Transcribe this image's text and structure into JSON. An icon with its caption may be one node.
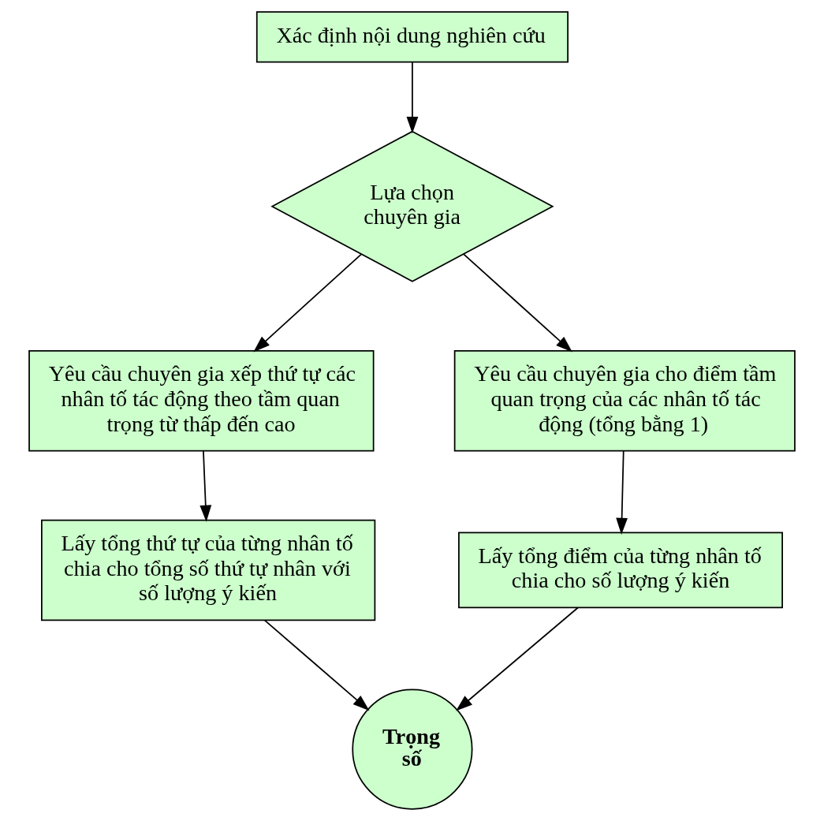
{
  "diagram": {
    "nodes": [
      {
        "text": [
          "Xác định nội dung nghiên cứu"
        ]
      },
      {
        "text": [
          "Lựa chọn chuyên gia"
        ]
      },
      {
        "text": [
          "Yêu cầu chuyên gia xếp thứ tự các nhân tố tác động theo tầm quan trọng từ thấp đến cao"
        ]
      },
      {
        "text": [
          "Yêu cầu chuyên gia cho điểm tầm quan trọng của các nhân tố tác động (tổng bằng 1)"
        ]
      },
      {
        "text": [
          "Lấy tổng thứ tự của từng nhân tố chia cho tổng số thứ tự nhân với số lượng ý kiến"
        ]
      },
      {
        "text": [
          "Lấy tổng điểm của từng nhân tố chia cho số lượng ý kiến"
        ]
      },
      {
        "text": [
          "Trọng số"
        ]
      }
    ],
    "edges": [
      {
        "from": 0,
        "to": 1,
        "arrow": "to"
      },
      {
        "from": 1,
        "to": 2,
        "arrow": "to"
      },
      {
        "from": 1,
        "to": 3,
        "arrow": "to"
      },
      {
        "from": 2,
        "to": 4,
        "arrow": "to"
      },
      {
        "from": 3,
        "to": 5,
        "arrow": "to"
      },
      {
        "from": 4,
        "to": 6,
        "arrow": "to"
      },
      {
        "from": 5,
        "to": 6,
        "arrow": "to"
      }
    ]
  }
}
